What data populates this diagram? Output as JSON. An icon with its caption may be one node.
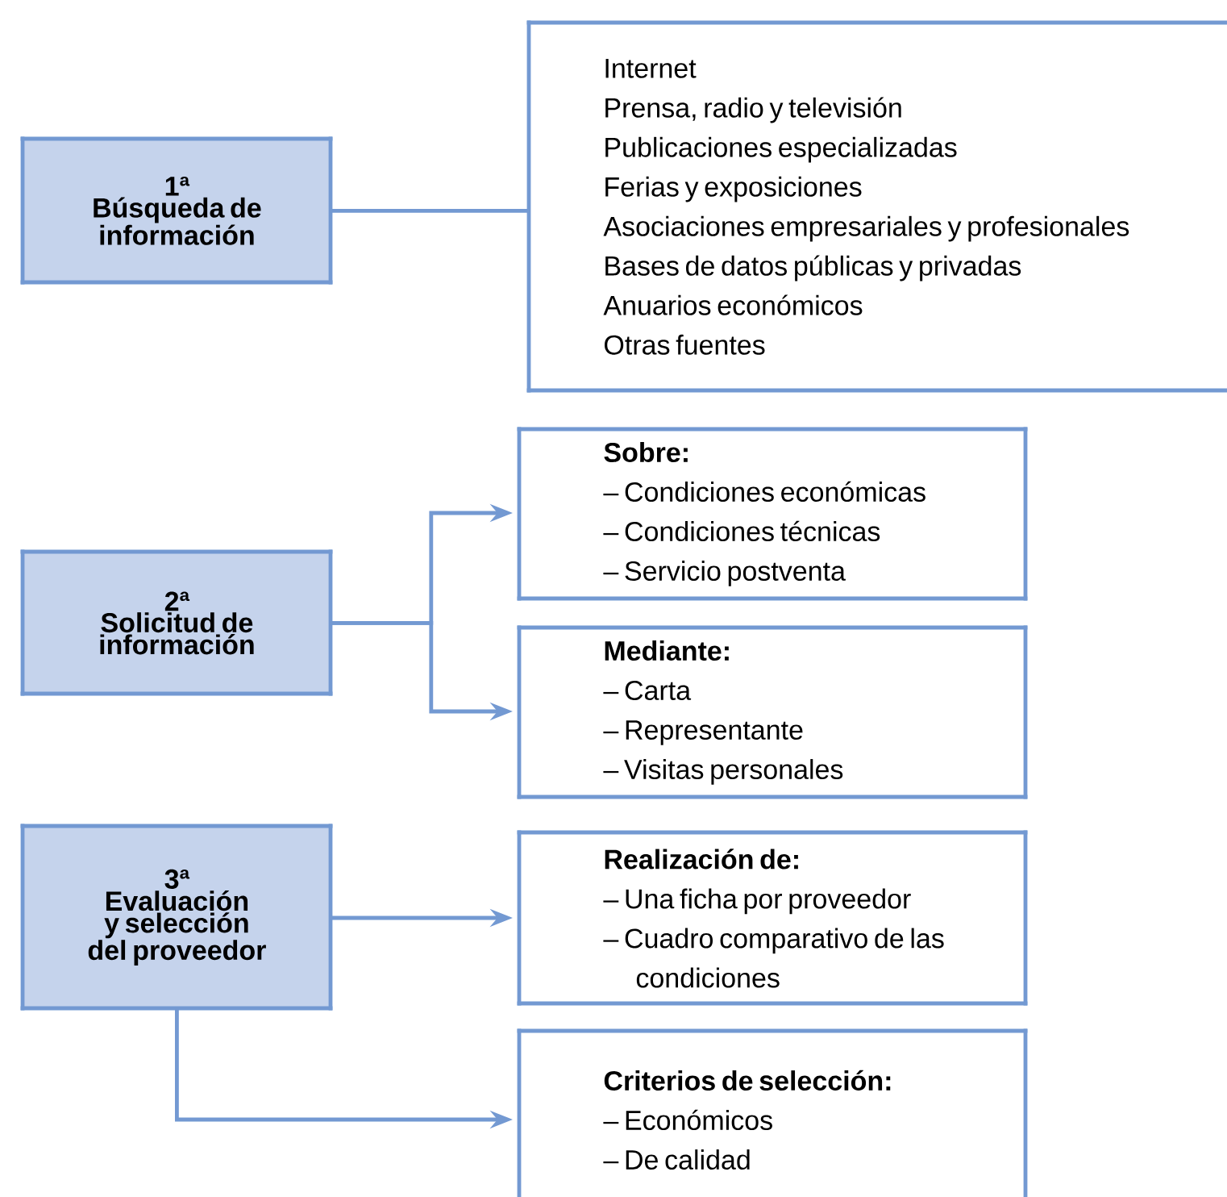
{
  "diagram": {
    "nodes": [
      {
        "text": [
          "1ª",
          "Búsqueda de información"
        ]
      },
      {
        "text": [
          "Internet",
          "Prensa, radio y televisión",
          "Publicaciones especializadas",
          "Ferias y exposiciones",
          "Asociaciones empresariales y profesionales",
          "Bases de datos públicas y privadas",
          "Anuarios económicos",
          "Otras fuentes"
        ]
      },
      {
        "text": [
          "2ª",
          "Solicitud de información"
        ]
      },
      {
        "text": [
          "Sobre:",
          "– Condiciones económicas",
          "– Condiciones técnicas",
          "– Servicio postventa"
        ]
      },
      {
        "text": [
          "Mediante:",
          "– Carta",
          "– Representante",
          "– Visitas personales"
        ]
      },
      {
        "text": [
          "3ª",
          "Evaluación y selección del proveedor"
        ]
      },
      {
        "text": [
          "Realización de:",
          "– Una ficha por proveedor",
          "– Cuadro comparativo de las condiciones"
        ]
      },
      {
        "text": [
          "Criterios de selección:",
          "– Económicos",
          "– De calidad"
        ]
      }
    ],
    "edges": [
      {
        "from": 0,
        "to": 1,
        "arrow": "none"
      },
      {
        "from": 2,
        "to": 3,
        "arrow": "to"
      },
      {
        "from": 2,
        "to": 4,
        "arrow": "to"
      },
      {
        "from": 5,
        "to": 6,
        "arrow": "to"
      },
      {
        "from": 5,
        "to": 7,
        "arrow": "to"
      }
    ]
  }
}
